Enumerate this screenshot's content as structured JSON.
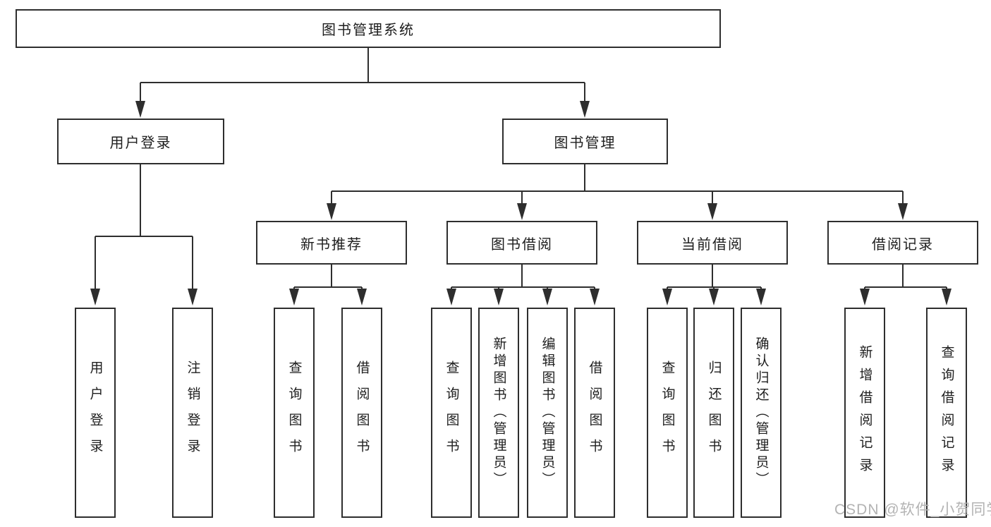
{
  "diagram": {
    "root": "图书管理系统",
    "level2": {
      "user_login": "用户登录",
      "book_management": "图书管理"
    },
    "level3": {
      "new_books": "新书推荐",
      "book_borrow": "图书借阅",
      "current_borrow": "当前借阅",
      "borrow_records": "借阅记录"
    },
    "leaves": {
      "user_login": [
        "用户登录",
        "注销登录"
      ],
      "new_books": [
        "查询图书",
        "借阅图书"
      ],
      "book_borrow": [
        "查询图书",
        "新增图书（管理员）",
        "编辑图书（管理员）",
        "借阅图书"
      ],
      "current_borrow": [
        "查询图书",
        "归还图书",
        "确认归还（管理员）"
      ],
      "borrow_records": [
        "新增借阅记录",
        "查询借阅记录"
      ]
    },
    "watermark": "CSDN @软件_小贺同学",
    "colors": {
      "line": "#2e2e2e",
      "text": "#1e1e1e",
      "watermark": "#b3b3b3",
      "background": "#ffffff"
    }
  }
}
